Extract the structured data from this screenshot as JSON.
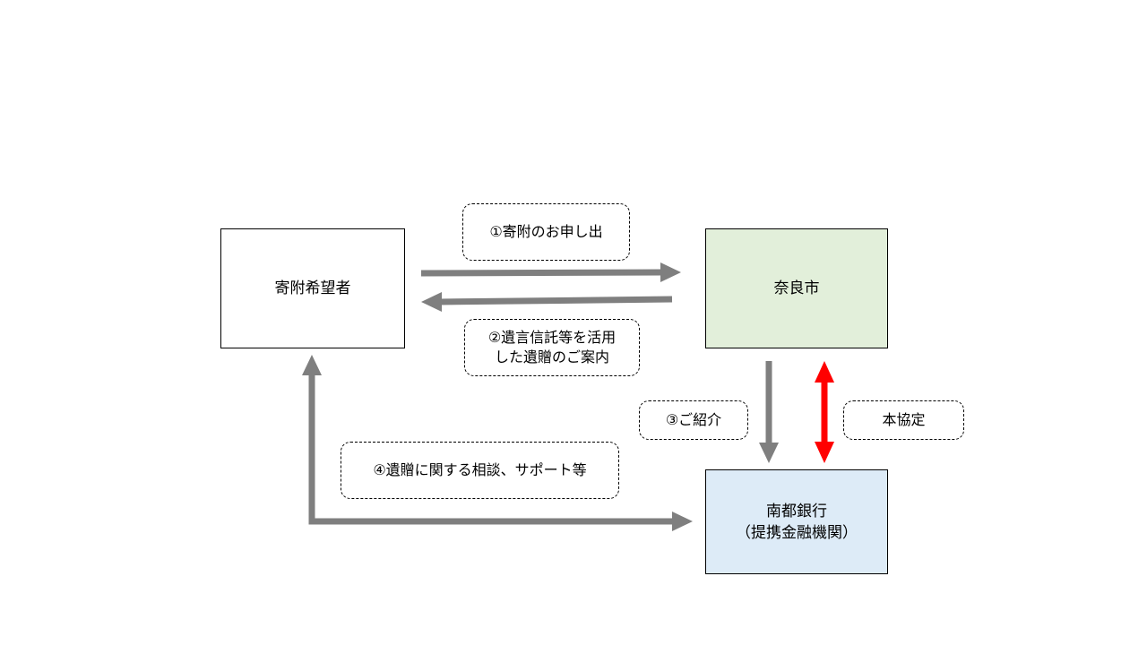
{
  "nodes": {
    "donor": {
      "label": "寄附希望者"
    },
    "nara_city": {
      "label": "奈良市",
      "fill": "#e2efda"
    },
    "bank": {
      "line1": "南都銀行",
      "line2": "（提携金融機関）",
      "fill": "#ddebf7"
    }
  },
  "edges": {
    "step1": {
      "label": "①寄附のお申し出"
    },
    "step2": {
      "line1": "②遺言信託等を活用",
      "line2": "した遺贈のご案内"
    },
    "step3": {
      "label": "③ご紹介"
    },
    "agreement": {
      "label": "本協定"
    },
    "step4": {
      "label": "④遺贈に関する相談、サポート等"
    }
  },
  "colors": {
    "flow_arrow": "#7f7f7f",
    "agreement_arrow": "#ff0000"
  }
}
